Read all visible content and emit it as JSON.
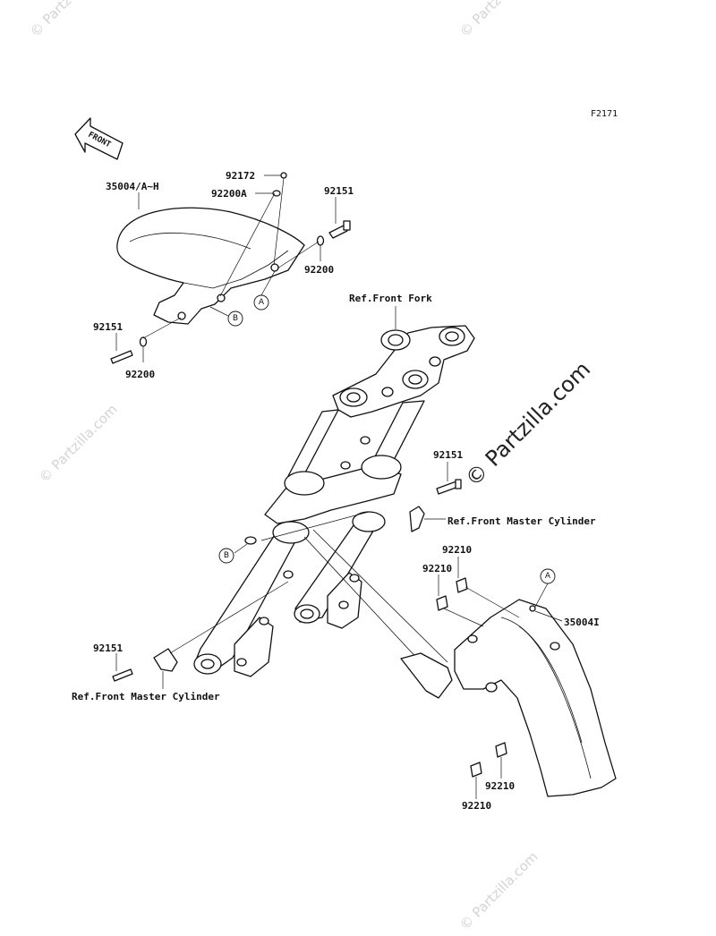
{
  "figure_code": "F2171",
  "watermarks": [
    "© Partzilla.com",
    "© Partzilla.com",
    "© Partzilla.com",
    "© Partzilla.com",
    "© Partzilla.com"
  ],
  "front_arrow": "FRONT",
  "labels": {
    "rear_fender": "35004/A~H",
    "p92172": "92172",
    "p92200A": "92200A",
    "p92151_top": "92151",
    "p92200_top": "92200",
    "p92151_left": "92151",
    "p92200_left": "92200",
    "ref_front_fork": "Ref.Front Fork",
    "p92151_mid": "92151",
    "ref_master_cyl_right": "Ref.Front Master Cylinder",
    "p92210_a": "92210",
    "p92210_b": "92210",
    "front_fender": "35004I",
    "p92151_lower": "92151",
    "ref_master_cyl_left": "Ref.Front Master Cylinder",
    "p92210_c": "92210",
    "p92210_d": "92210"
  },
  "callouts": {
    "a1": "A",
    "b1": "B",
    "b2": "B",
    "a2": "A"
  }
}
